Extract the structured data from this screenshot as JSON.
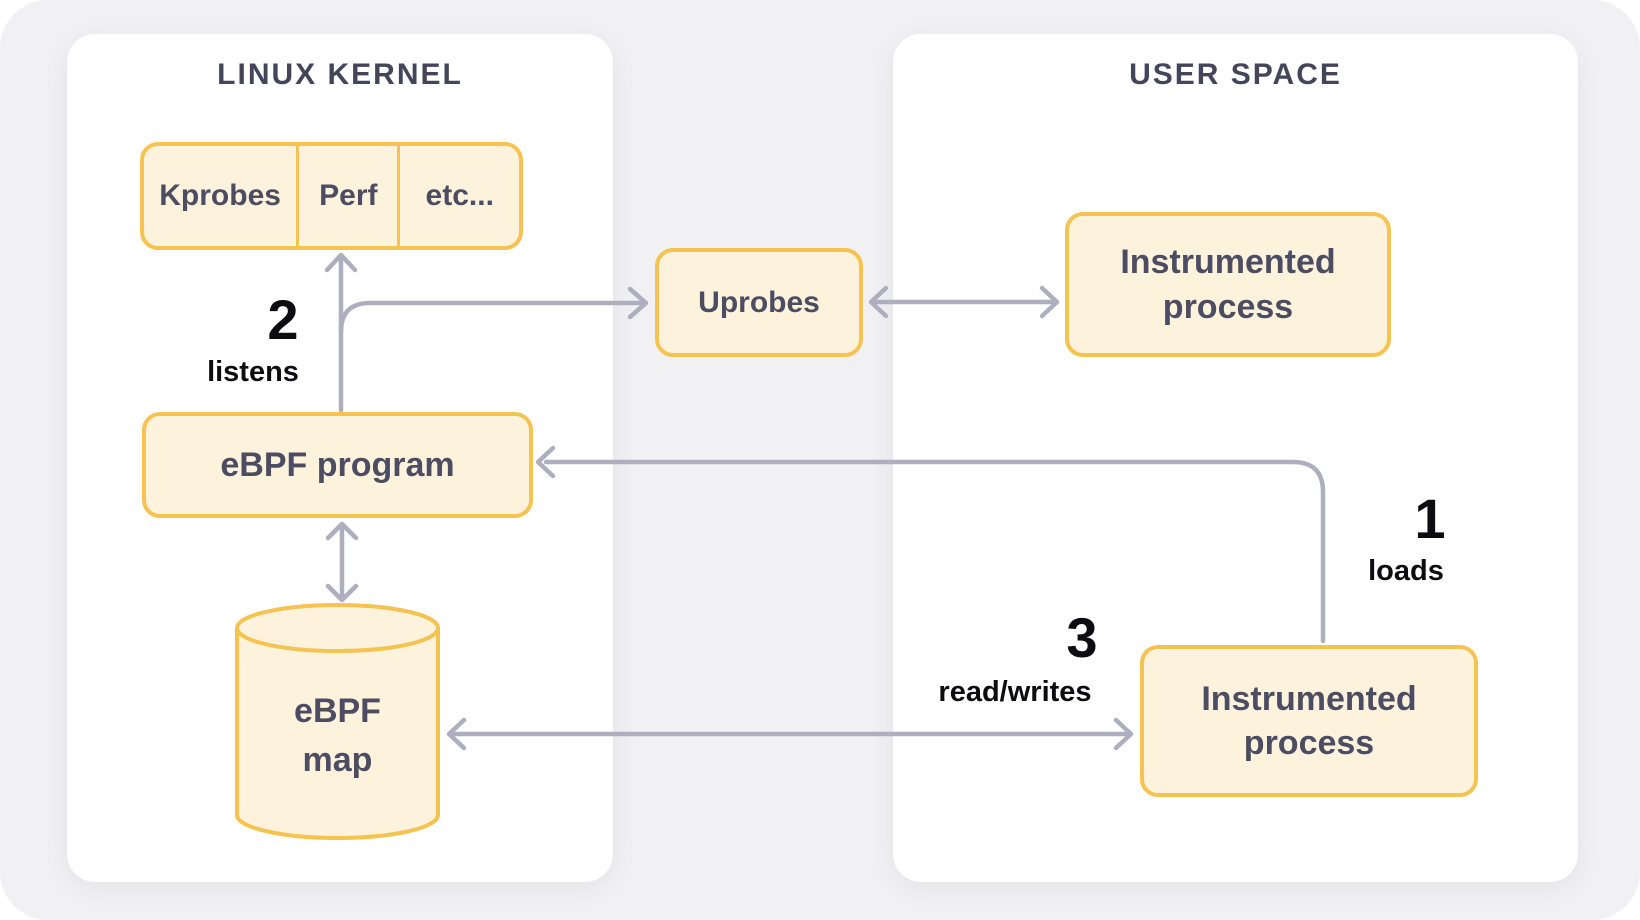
{
  "panels": {
    "kernel": {
      "title": "LINUX KERNEL"
    },
    "user": {
      "title": "USER SPACE"
    }
  },
  "nodes": {
    "probes": {
      "cells": [
        "Kprobes",
        "Perf",
        "etc..."
      ]
    },
    "ebpf_program": {
      "label": "eBPF program"
    },
    "uprobes": {
      "label": "Uprobes"
    },
    "instrumented_process_top": {
      "label": "Instrumented process"
    },
    "instrumented_process_bottom": {
      "label": "Instrumented process"
    },
    "ebpf_map": {
      "line1": "eBPF",
      "line2": "map"
    }
  },
  "steps": [
    {
      "number": "1",
      "label": "loads"
    },
    {
      "number": "2",
      "label": "listens"
    },
    {
      "number": "3",
      "label": "read/writes"
    }
  ],
  "edges": [
    {
      "from": "instrumented_process_bottom",
      "to": "ebpf_program",
      "step": "1 loads",
      "direction": "one-way"
    },
    {
      "from": "ebpf_program",
      "to": "probes",
      "step": "2 listens",
      "direction": "one-way"
    },
    {
      "from": "ebpf_program",
      "to": "uprobes",
      "step": "2 listens",
      "direction": "one-way"
    },
    {
      "from": "uprobes",
      "to": "instrumented_process_top",
      "direction": "two-way"
    },
    {
      "from": "ebpf_program",
      "to": "ebpf_map",
      "direction": "two-way"
    },
    {
      "from": "ebpf_map",
      "to": "instrumented_process_bottom",
      "step": "3 read/writes",
      "direction": "two-way"
    }
  ],
  "colors": {
    "page_bg": "#F1F1F4",
    "panel_bg": "#FFFFFF",
    "box_border": "#F5C351",
    "box_fill": "#FDF3DD",
    "box_text": "#4C4C62",
    "title_text": "#45455A",
    "arrow": "#AFAEBF",
    "label_text": "#0D0D0F"
  }
}
